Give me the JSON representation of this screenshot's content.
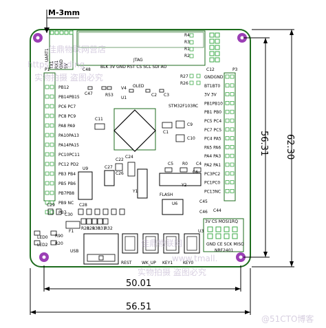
{
  "colors": {
    "board": "#ffffff",
    "board_outline": "#1d6b1d",
    "silk": "#000000",
    "corner_pad": "#9b3fb5",
    "header_pad": "#3aa844",
    "dimension": "#000000"
  },
  "top_label": "M-3mm",
  "dimensions": {
    "inner_width": "50.01",
    "outer_width": "56.51",
    "inner_height": "56.31",
    "outer_height": "62.30"
  },
  "watermarks": [
    "佳鼎物联网营店",
    "https://jiading",
    "实物拍摄 盗图必究",
    "佳鼎物联网",
    "www.tmall.",
    "实物拍摄 盗图必究",
    "@51CTO博客"
  ],
  "left_header_title": "P1",
  "left_header_labels": [
    "UART1",
    "TX1",
    "RX1",
    "GND",
    "5V"
  ],
  "left_pins": [
    "PB12",
    "PB14PB15",
    "PC6 PC7",
    "PC8 PC9",
    "PA8 PA9",
    "PA10PA13",
    "PA14PA15",
    "PC10PC11",
    "PC12 PD2",
    "PB3 PB4",
    "PB5 PB6",
    "PB7PB8",
    "PB9 NC",
    "PB7"
  ],
  "right_header_title": "P3",
  "right_pins": [
    "GNDGND",
    "BT1BT0",
    "3V 3V",
    "PB1PB10",
    "PB1 PB0",
    "PC5 PC4",
    "PC7 PC5",
    "PC4 PA5",
    "PA5 PA6",
    "PA4 PA3",
    "PA2 PA1",
    "PC3PC2",
    "PC1PC0",
    "PC13NC"
  ],
  "jtag_label": "JTAG",
  "jtag_pins": "BLK 3V GND RST CS SCL SDI AO",
  "oled_label": "OLED",
  "chip_label": "STM32F103RC",
  "components": {
    "c48": "C48",
    "c47": "C47",
    "r53": "R53",
    "v4": "V4",
    "u1": "U1",
    "c2": "C2",
    "c3": "C3",
    "r1": "R1",
    "r2": "R2",
    "r3": "R3",
    "r4": "R4",
    "r27": "R27",
    "r26": "R26",
    "c12": "C12",
    "c11": "C11",
    "c9": "C9",
    "c10": "C10",
    "c1": "C1",
    "c22": "C22",
    "c24": "C24",
    "c26": "C26",
    "c27": "C27",
    "u9": "U9",
    "c5": "C5",
    "r0": "R0",
    "c4": "C4",
    "y1": "Y1",
    "y2": "Y2",
    "flash": "FLASH",
    "u6": "U6",
    "c6": "C6",
    "c45": "C45",
    "c46": "C46",
    "c29": "C29",
    "c30": "C30",
    "c28": "C28",
    "r28": "R28",
    "r29": "R29",
    "r30": "R30",
    "r31": "R31",
    "r32": "R32",
    "r20": "R20",
    "f1": "F1",
    "c44": "C44",
    "u3": "U3",
    "led0": "LED0",
    "led2": "LED2",
    "r90": "R90",
    "usb": "USB"
  },
  "nrf_header": "3V CS MOSI1RQ",
  "nrf_pins": "GND CE SCK MISO",
  "nrf_label": "NRF2401",
  "button_labels": [
    "REST",
    "WK_UP",
    "KEY1",
    "KEY0"
  ]
}
